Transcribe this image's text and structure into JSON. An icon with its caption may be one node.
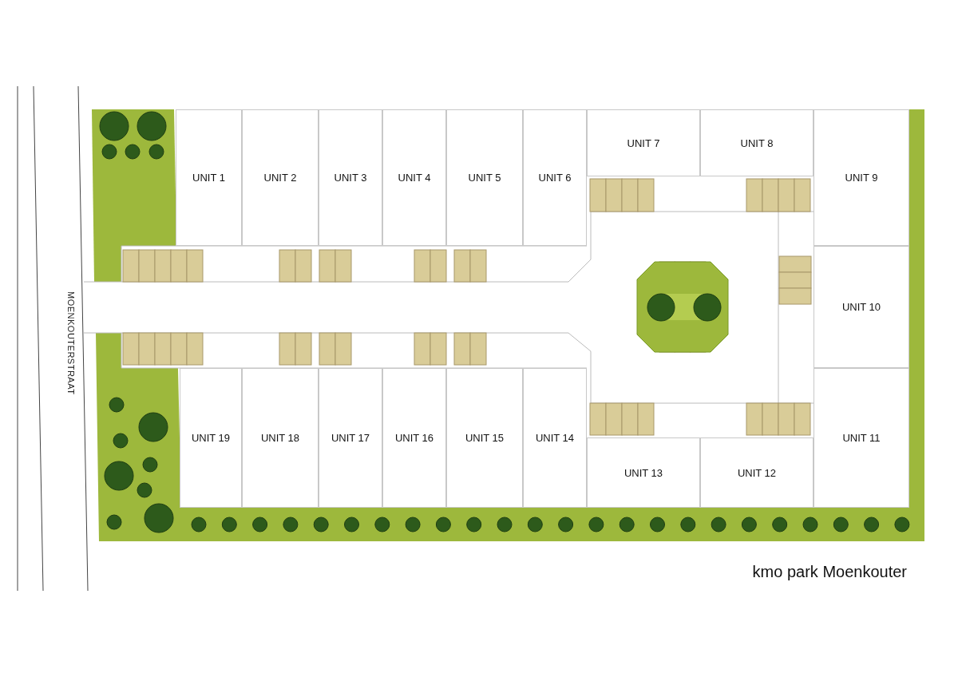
{
  "diagram": {
    "caption": "kmo park Moenkouter",
    "nodes": [
      {
        "text": [
          "UNIT 1"
        ]
      },
      {
        "text": [
          "UNIT 2"
        ]
      },
      {
        "text": [
          "UNIT 3"
        ]
      },
      {
        "text": [
          "UNIT 4"
        ]
      },
      {
        "text": [
          "UNIT 5"
        ]
      },
      {
        "text": [
          "UNIT 6"
        ]
      },
      {
        "text": [
          "UNIT 7"
        ]
      },
      {
        "text": [
          "UNIT 8"
        ]
      },
      {
        "text": [
          "UNIT 9"
        ]
      },
      {
        "text": [
          "UNIT 10"
        ]
      },
      {
        "text": [
          "UNIT 11"
        ]
      },
      {
        "text": [
          "UNIT 12"
        ]
      },
      {
        "text": [
          "UNIT 13"
        ]
      },
      {
        "text": [
          "UNIT 14"
        ]
      },
      {
        "text": [
          "UNIT 15"
        ]
      },
      {
        "text": [
          "UNIT 16"
        ]
      },
      {
        "text": [
          "UNIT 17"
        ]
      },
      {
        "text": [
          "UNIT 18"
        ]
      },
      {
        "text": [
          "UNIT 19"
        ]
      }
    ],
    "labels": [
      "MOENKOUTERSTRAAT"
    ]
  }
}
